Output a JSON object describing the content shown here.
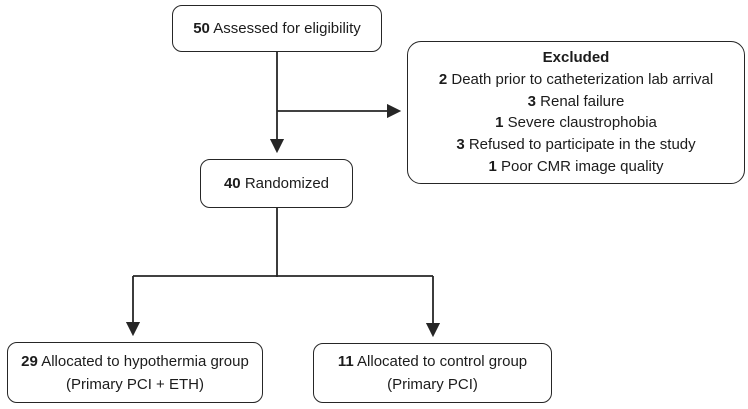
{
  "flowchart": {
    "colors": {
      "border": "#262626",
      "line": "#262626",
      "text": "#1c1c1c",
      "background": "#ffffff"
    },
    "eligibility": {
      "count": "50",
      "label": "Assessed for eligibility"
    },
    "excluded": {
      "title": "Excluded",
      "items": [
        {
          "count": "2",
          "label": "Death prior to catheterization lab arrival"
        },
        {
          "count": "3",
          "label": "Renal failure"
        },
        {
          "count": "1",
          "label": "Severe claustrophobia"
        },
        {
          "count": "3",
          "label": "Refused to participate in the study"
        },
        {
          "count": "1",
          "label": "Poor CMR image quality"
        }
      ]
    },
    "randomized": {
      "count": "40",
      "label": "Randomized"
    },
    "hypothermia": {
      "count": "29",
      "label": "Allocated to hypothermia group",
      "sub": "(Primary PCI + ETH)"
    },
    "control": {
      "count": "11",
      "label": "Allocated to control group",
      "sub": "(Primary PCI)"
    }
  }
}
